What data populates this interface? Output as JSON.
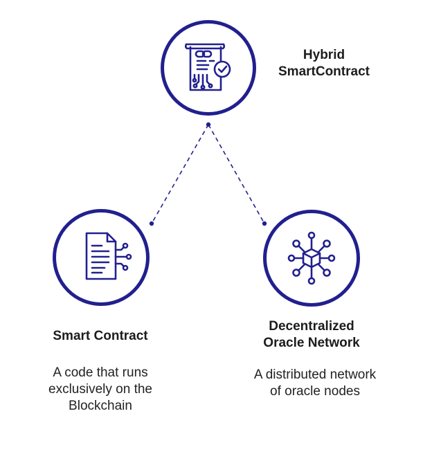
{
  "colors": {
    "accent": "#22208e",
    "text": "#1c1c1c",
    "background": "#ffffff"
  },
  "nodes": {
    "hybrid": {
      "title_lines": [
        "Hybrid",
        "SmartContract"
      ],
      "icon": "contract-scroll-checkmark-icon"
    },
    "smart_contract": {
      "title_lines": [
        "Smart Contract"
      ],
      "description_lines": [
        "A code that runs",
        "exclusively on the",
        "Blockchain"
      ],
      "icon": "document-circuit-icon"
    },
    "oracle_network": {
      "title_lines": [
        "Decentralized",
        "Oracle Network"
      ],
      "description_lines": [
        "A distributed network",
        "of oracle nodes"
      ],
      "icon": "cube-network-icon"
    }
  }
}
